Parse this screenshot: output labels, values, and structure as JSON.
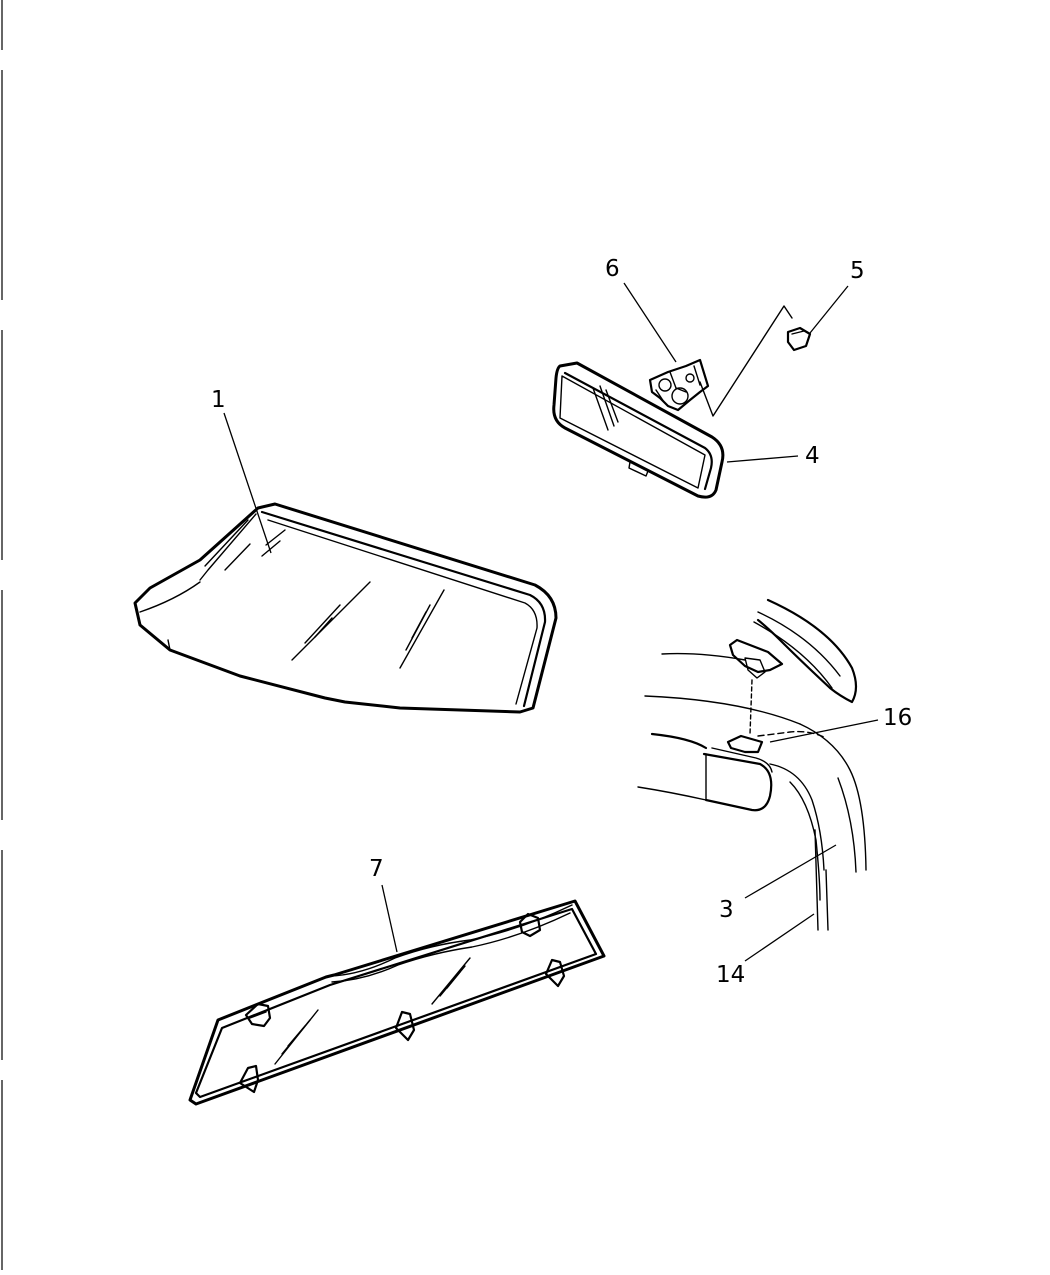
{
  "callouts": {
    "part_1": "1",
    "part_3": "3",
    "part_4": "4",
    "part_5": "5",
    "part_6": "6",
    "part_7": "7",
    "part_14": "14",
    "part_16": "16"
  },
  "colors": {
    "ink": "#000000",
    "paper": "#ffffff"
  }
}
